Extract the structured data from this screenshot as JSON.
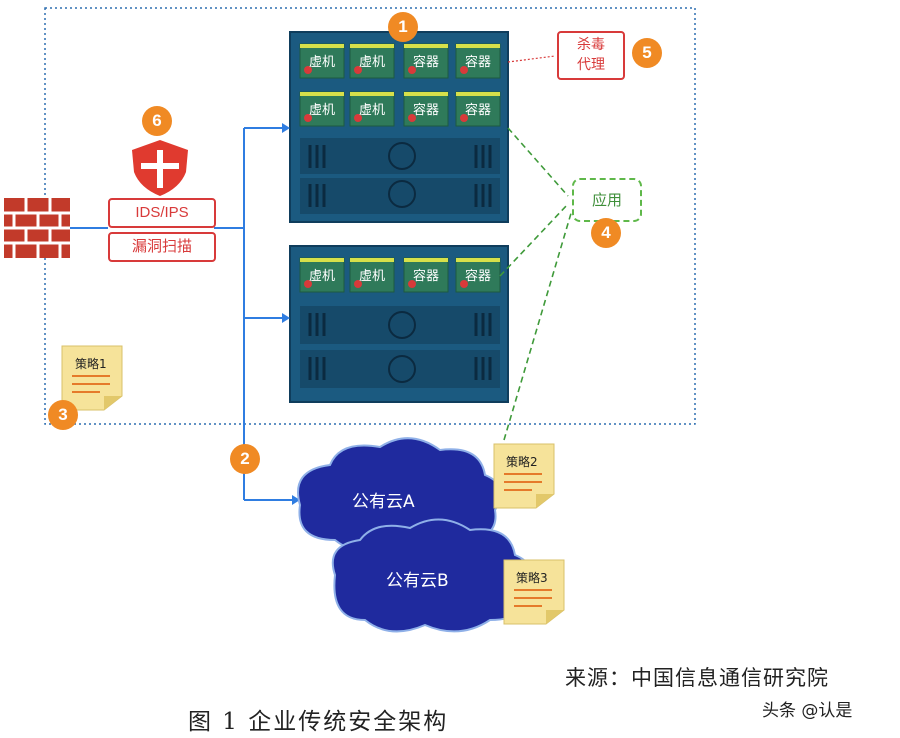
{
  "colors": {
    "badge": "#f08a24",
    "server": "#1b5a80",
    "vm_tile": "#2f7a5a",
    "alert_red": "#d83a3a",
    "app_green": "#5fb84a",
    "cloud": "#1f2a9e",
    "connector_blue": "#2f7de1",
    "note": "#f6e39a"
  },
  "badges": [
    "1",
    "2",
    "3",
    "4",
    "5",
    "6"
  ],
  "server_top": {
    "row1": [
      "虚机",
      "虚机",
      "容器",
      "容器"
    ],
    "row2": [
      "虚机",
      "虚机",
      "容器",
      "容器"
    ]
  },
  "server_bottom": {
    "row1": [
      "虚机",
      "虚机",
      "容器",
      "容器"
    ]
  },
  "security": {
    "ids_ips": "IDS/IPS",
    "vuln_scan": "漏洞扫描",
    "shield_icon": "shield-icon",
    "firewall_icon": "firewall-icon"
  },
  "antivirus": {
    "line1": "杀毒",
    "line2": "代理"
  },
  "app_label": "应用",
  "policies": [
    "策略1",
    "策略2",
    "策略3"
  ],
  "clouds": [
    "公有云A",
    "公有云B"
  ],
  "source": "来源：中国信息通信研究院",
  "caption": "图 1  企业传统安全架构",
  "watermark": "头条 @认是"
}
